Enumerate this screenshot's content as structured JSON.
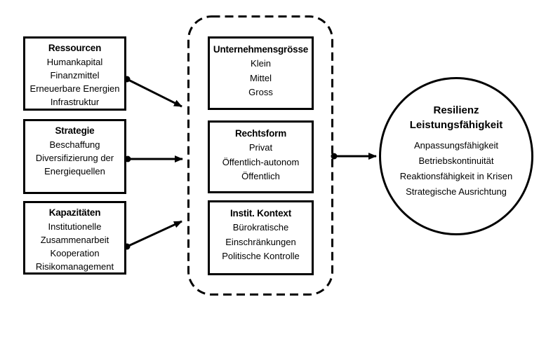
{
  "diagram": {
    "inputs": [
      {
        "title": "Ressourcen",
        "items": [
          "Humankapital",
          "Finanzmittel",
          "Erneuerbare Energien",
          "Infrastruktur"
        ]
      },
      {
        "title": "Strategie",
        "items": [
          "Beschaffung",
          "Diversifizierung der Energiequellen"
        ]
      },
      {
        "title": "Kapazitäten",
        "items": [
          "Institutionelle Zusammenarbeit",
          "Kooperation",
          "Risikomanagement"
        ]
      }
    ],
    "moderators": [
      {
        "title": "Unternehmensgrösse",
        "items": [
          "Klein",
          "Mittel",
          "Gross"
        ]
      },
      {
        "title": "Rechtsform",
        "items": [
          "Privat",
          "Öffentlich-autonom",
          "Öffentlich"
        ]
      },
      {
        "title": "Instit. Kontext",
        "items": [
          "Bürokratische Einschränkungen",
          "Politische Kontrolle"
        ]
      }
    ],
    "outcome": {
      "title": "Resilienz Leistungsfähigkeit",
      "items": [
        "Anpassungsfähigkeit",
        "Betriebskontinuität",
        "Reaktionsfähigkeit in Krisen",
        "Strategische Ausrichtung"
      ]
    },
    "colors": {
      "line": "#000000",
      "background": "#ffffff"
    }
  }
}
